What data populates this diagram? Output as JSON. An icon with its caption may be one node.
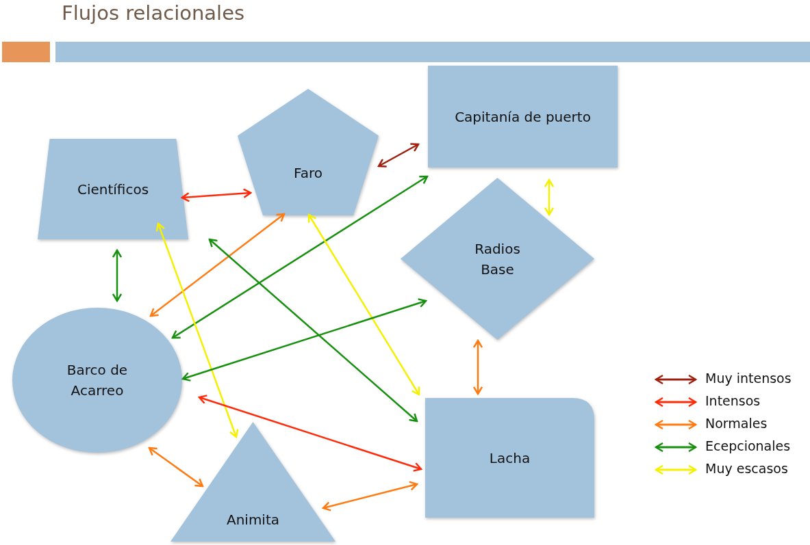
{
  "diagram": {
    "title": "Flujos relacionales",
    "nodes": [
      {
        "text": [
          "Científicos"
        ]
      },
      {
        "text": [
          "Faro"
        ]
      },
      {
        "text": [
          "Capitanía de puerto"
        ]
      },
      {
        "text": [
          "Radios Base"
        ]
      },
      {
        "text": [
          "Barco de Acarreo"
        ]
      },
      {
        "text": [
          "Lacha"
        ]
      },
      {
        "text": [
          "Animita"
        ]
      }
    ],
    "edges": [
      {
        "from": 1,
        "to": 2,
        "arrow": "both",
        "color": "#a0200f"
      },
      {
        "from": 0,
        "to": 1,
        "arrow": "both",
        "color": "#ff2a0a"
      },
      {
        "from": 2,
        "to": 3,
        "arrow": "both",
        "color": "#f5f000"
      },
      {
        "from": 0,
        "to": 4,
        "arrow": "both",
        "color": "#17900f"
      },
      {
        "from": 4,
        "to": 1,
        "arrow": "both",
        "color": "#ff7a10"
      },
      {
        "from": 4,
        "to": 2,
        "arrow": "both",
        "color": "#17900f"
      },
      {
        "from": 0,
        "to": 6,
        "arrow": "both",
        "color": "#f5f000"
      },
      {
        "from": 0,
        "to": 5,
        "arrow": "both",
        "color": "#17900f"
      },
      {
        "from": 1,
        "to": 5,
        "arrow": "both",
        "color": "#f5f000"
      },
      {
        "from": 4,
        "to": 3,
        "arrow": "both",
        "color": "#17900f"
      },
      {
        "from": 4,
        "to": 5,
        "arrow": "both",
        "color": "#ff2a0a"
      },
      {
        "from": 3,
        "to": 5,
        "arrow": "both",
        "color": "#ff7a10"
      },
      {
        "from": 4,
        "to": 6,
        "arrow": "both",
        "color": "#ff7a10"
      },
      {
        "from": 6,
        "to": 5,
        "arrow": "both",
        "color": "#ff7a10"
      }
    ],
    "legend": [
      {
        "text": "Muy intensos",
        "color": "#a0200f"
      },
      {
        "text": "Intensos",
        "color": "#ff2a0a"
      },
      {
        "text": "Normales",
        "color": "#ff7a10"
      },
      {
        "text": "Ecepcionales",
        "color": "#17900f"
      },
      {
        "text": "Muy escasos",
        "color": "#f5f000"
      }
    ]
  }
}
